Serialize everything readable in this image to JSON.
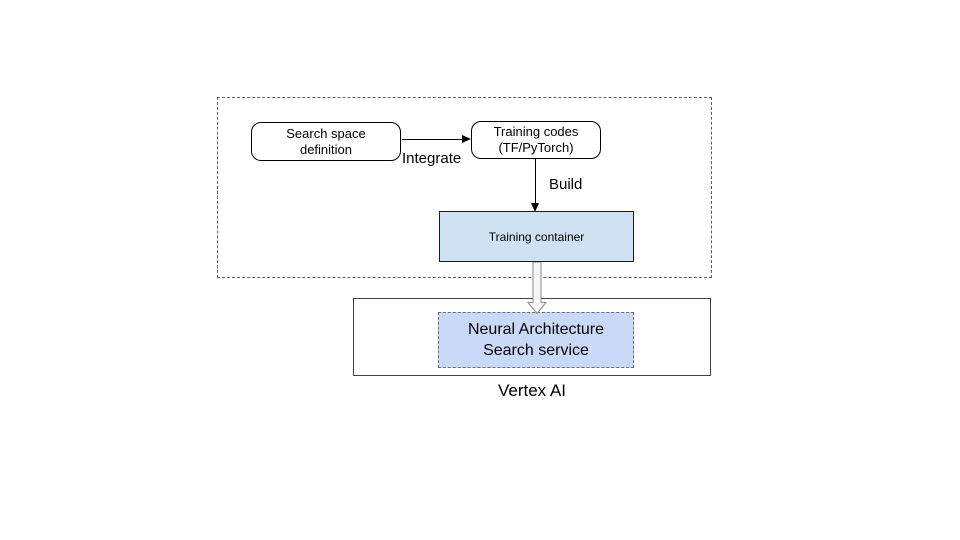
{
  "page": {
    "background": "#ffffff"
  },
  "diagram": {
    "boxes": {
      "search_space": {
        "line1": "Search space",
        "line2": "definition"
      },
      "training_codes": {
        "line1": "Training codes",
        "line2": "(TF/PyTorch)"
      },
      "training_container": {
        "label": "Training container",
        "fill": "#cfe2f3"
      },
      "nas_service": {
        "line1": "Neural Architecture",
        "line2": "Search service",
        "fill": "#c9daf8"
      },
      "vertex_ai": {
        "label": "Vertex AI"
      }
    },
    "arrows": {
      "integrate_label": "Integrate",
      "build_label": "Build"
    },
    "colors": {
      "dashed_region_border": "#5f5f5f",
      "deploy_arrow_fill": "#f6f6f6",
      "deploy_arrow_stroke": "#8a8a8a"
    }
  }
}
